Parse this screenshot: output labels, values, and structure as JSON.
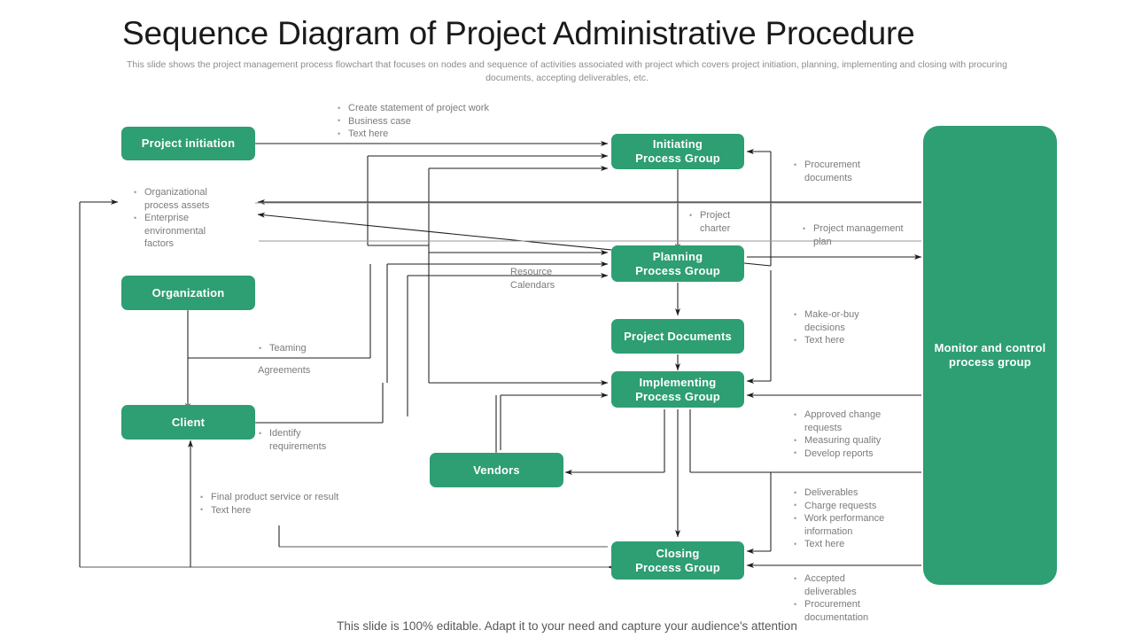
{
  "header": {
    "title": "Sequence Diagram of Project Administrative Procedure",
    "subtitle": "This slide shows the project management process flowchart that focuses on nodes and sequence of activities associated with project which covers project initiation, planning, implementing and closing with procuring documents, accepting deliverables, etc."
  },
  "footer": {
    "text": "This slide is 100% editable. Adapt it to your need and capture your audience's attention"
  },
  "theme": {
    "accent": "#2e9e73",
    "node_text": "#ffffff",
    "note_text": "#7b7b7b",
    "title_text": "#1a1a1a",
    "wire": "#1d1d1d"
  },
  "nodes": {
    "project_initiation": "Project initiation",
    "organization": "Organization",
    "client": "Client",
    "vendors": "Vendors",
    "initiating": "Initiating\nProcess Group",
    "planning": "Planning\nProcess Group",
    "project_documents": "Project Documents",
    "implementing": "Implementing\nProcess Group",
    "closing": "Closing\nProcess Group",
    "monitor": "Monitor and control\nprocess group"
  },
  "notes": {
    "create_statement": [
      "Create statement of project work",
      "Business case",
      "Text here"
    ],
    "org_assets": [
      "Organizational process assets",
      "Enterprise environmental factors"
    ],
    "procurement_documents": [
      "Procurement documents"
    ],
    "project_charter": [
      "Project charter"
    ],
    "project_management_plan": [
      "Project management plan"
    ],
    "resource_calendars_line1": "Resource",
    "resource_calendars_line2": "Calendars",
    "make_or_buy": [
      "Make-or-buy decisions",
      "Text here"
    ],
    "teaming": [
      "Teaming"
    ],
    "agreements": "Agreements",
    "identify_requirements": [
      "Identify requirements"
    ],
    "approved_change": [
      "Approved change requests",
      "Measuring quality",
      "Develop reports"
    ],
    "deliverables": [
      "Deliverables",
      "Charge requests",
      "Work performance information",
      "Text here"
    ],
    "final_product": [
      "Final  product service or result",
      "Text here"
    ],
    "accepted_deliverables": [
      "Accepted deliverables",
      "Procurement documentation"
    ]
  }
}
